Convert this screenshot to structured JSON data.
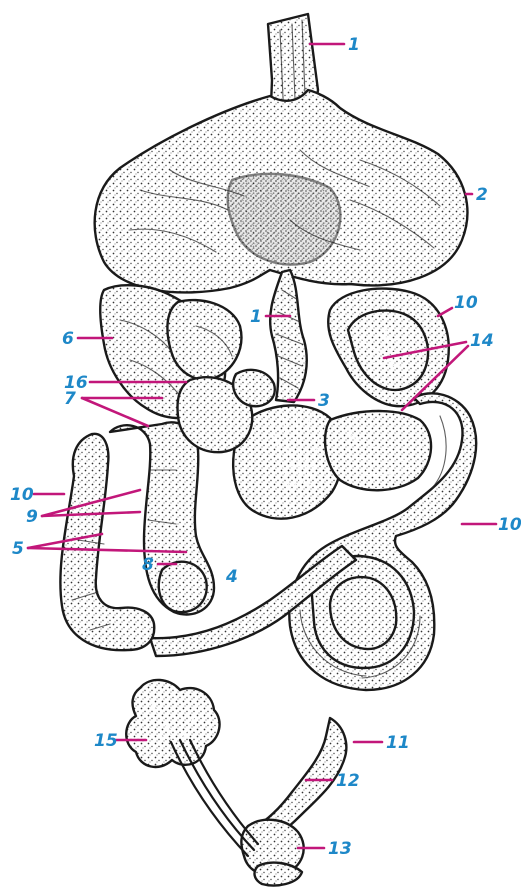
{
  "labels": {
    "l1_top": "1",
    "l1_mid": "1",
    "l2": "2",
    "l3": "3",
    "l4": "4",
    "l5": "5",
    "l6": "6",
    "l7": "7",
    "l8": "8",
    "l9": "9",
    "l10_top": "10",
    "l10_left": "10",
    "l10_right": "10",
    "l11": "11",
    "l12": "12",
    "l13": "13",
    "l14": "14",
    "l15": "15",
    "l16": "16"
  },
  "colors": {
    "label_text": "#1e88c8",
    "leader_line": "#c2177a",
    "outline": "#1a1a1a",
    "background": "#ffffff"
  }
}
